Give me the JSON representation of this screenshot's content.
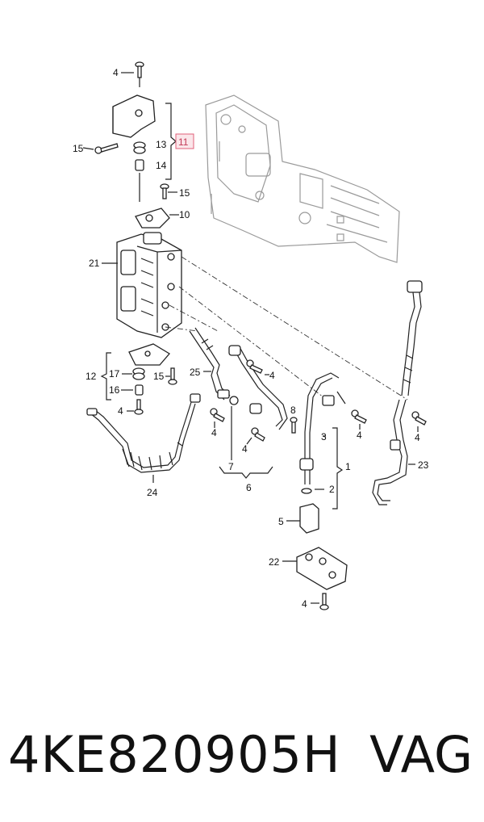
{
  "callouts": [
    {
      "id": "c4a",
      "text": "4"
    },
    {
      "id": "c11",
      "text": "11"
    },
    {
      "id": "c13",
      "text": "13"
    },
    {
      "id": "c14",
      "text": "14"
    },
    {
      "id": "c15a",
      "text": "15"
    },
    {
      "id": "c15b",
      "text": "15"
    },
    {
      "id": "c10",
      "text": "10"
    },
    {
      "id": "c21",
      "text": "21"
    },
    {
      "id": "c12",
      "text": "12"
    },
    {
      "id": "c17",
      "text": "17"
    },
    {
      "id": "c15c",
      "text": "15"
    },
    {
      "id": "c16",
      "text": "16"
    },
    {
      "id": "c4b",
      "text": "4"
    },
    {
      "id": "c25",
      "text": "25"
    },
    {
      "id": "c4c",
      "text": "4"
    },
    {
      "id": "c4d",
      "text": "4"
    },
    {
      "id": "c4e",
      "text": "4"
    },
    {
      "id": "c7",
      "text": "7"
    },
    {
      "id": "c6",
      "text": "6"
    },
    {
      "id": "c8",
      "text": "8"
    },
    {
      "id": "c3",
      "text": "3"
    },
    {
      "id": "c4f",
      "text": "4"
    },
    {
      "id": "c4g",
      "text": "4"
    },
    {
      "id": "c1",
      "text": "1"
    },
    {
      "id": "c2",
      "text": "2"
    },
    {
      "id": "c23",
      "text": "23"
    },
    {
      "id": "c24",
      "text": "24"
    },
    {
      "id": "c5",
      "text": "5"
    },
    {
      "id": "c22",
      "text": "22"
    },
    {
      "id": "c4h",
      "text": "4"
    }
  ],
  "highlight_color": "#e0607a",
  "caption": {
    "part_number": "4KE820905H",
    "brand": "VAG"
  }
}
